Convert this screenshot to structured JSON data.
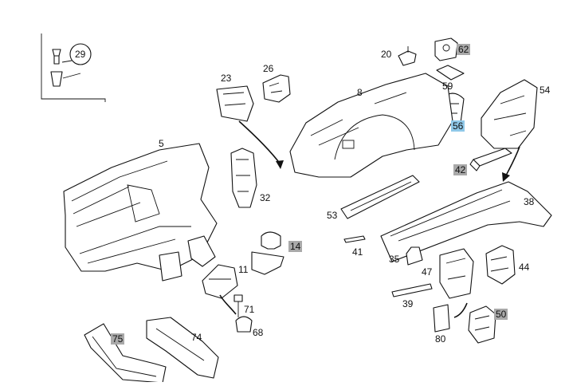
{
  "callouts": [
    {
      "id": "c29",
      "text": "29",
      "style": "plain"
    },
    {
      "id": "c23",
      "text": "23",
      "style": "plain"
    },
    {
      "id": "c26",
      "text": "26",
      "style": "plain"
    },
    {
      "id": "c20",
      "text": "20",
      "style": "plain"
    },
    {
      "id": "c62",
      "text": "62",
      "style": "gray"
    },
    {
      "id": "c8",
      "text": "8",
      "style": "plain"
    },
    {
      "id": "c59",
      "text": "59",
      "style": "plain"
    },
    {
      "id": "c54",
      "text": "54",
      "style": "plain"
    },
    {
      "id": "c56",
      "text": "56",
      "style": "blue"
    },
    {
      "id": "c5",
      "text": "5",
      "style": "plain"
    },
    {
      "id": "c42",
      "text": "42",
      "style": "gray"
    },
    {
      "id": "c32",
      "text": "32",
      "style": "plain"
    },
    {
      "id": "c38",
      "text": "38",
      "style": "plain"
    },
    {
      "id": "c53",
      "text": "53",
      "style": "plain"
    },
    {
      "id": "c14",
      "text": "14",
      "style": "gray"
    },
    {
      "id": "c41",
      "text": "41",
      "style": "plain"
    },
    {
      "id": "c35",
      "text": "35",
      "style": "plain"
    },
    {
      "id": "c44",
      "text": "44",
      "style": "plain"
    },
    {
      "id": "c11",
      "text": "11",
      "style": "plain"
    },
    {
      "id": "c47",
      "text": "47",
      "style": "plain"
    },
    {
      "id": "c71",
      "text": "71",
      "style": "plain"
    },
    {
      "id": "c39",
      "text": "39",
      "style": "plain"
    },
    {
      "id": "c50",
      "text": "50",
      "style": "gray"
    },
    {
      "id": "c68",
      "text": "68",
      "style": "plain"
    },
    {
      "id": "c75",
      "text": "75",
      "style": "gray"
    },
    {
      "id": "c74",
      "text": "74",
      "style": "plain"
    },
    {
      "id": "c80",
      "text": "80",
      "style": "plain"
    }
  ],
  "colors": {
    "gray_highlight": "#a9a9a9",
    "blue_highlight": "#8fc8e8",
    "line": "#111111"
  }
}
